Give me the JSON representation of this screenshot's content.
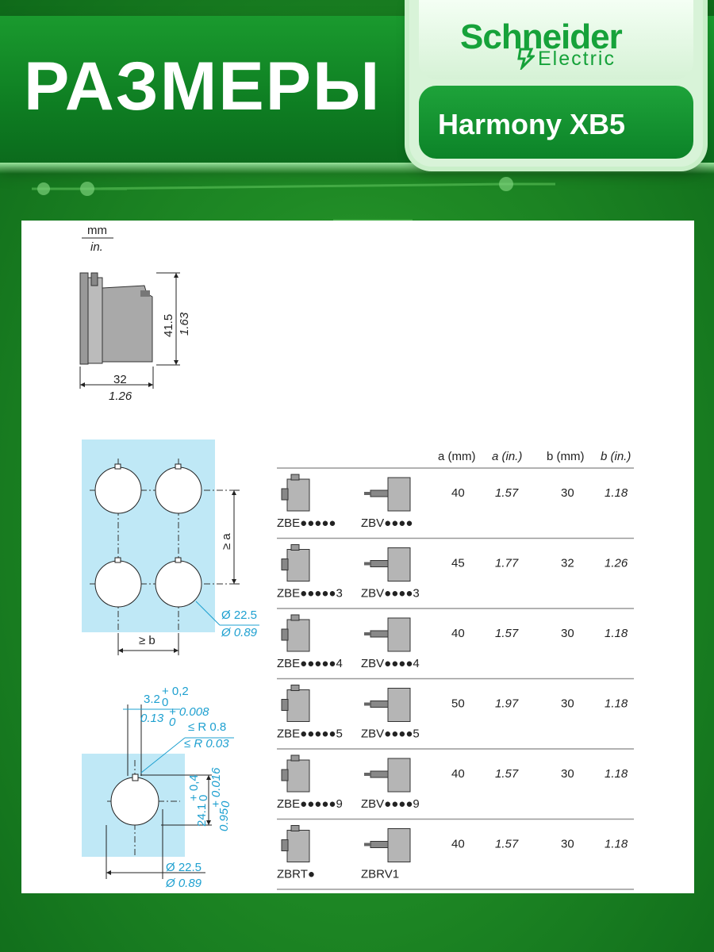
{
  "header": {
    "title": "РАЗМЕРЫ",
    "brand_name": "Schneider",
    "brand_sub": "Electric",
    "series": "Harmony XB5"
  },
  "units": {
    "metric": "mm",
    "imperial": "in."
  },
  "block_drawing": {
    "height_mm": "41.5",
    "height_in": "1.63",
    "width_mm": "32",
    "width_in": "1.26"
  },
  "grid_drawing": {
    "spacing_a": "≥ a",
    "spacing_b": "≥ b",
    "hole_mm": "Ø 22.5",
    "hole_in": "Ø 0.89"
  },
  "hole_drawing": {
    "key_w_mm": "3.2",
    "key_w_mm_tol": "+ 0,2",
    "key_w_mm_low": "0",
    "key_w_in": "0.13",
    "key_w_in_tol": "+ 0.008",
    "key_w_in_low": "0",
    "radius_mm": "≤ R 0.8",
    "radius_in": "≤ R 0.03",
    "depth_mm": "24.1",
    "depth_mm_tol": "+ 0,4",
    "depth_mm_low": "0",
    "depth_in": "0.95",
    "depth_in_tol": "+ 0.016",
    "depth_in_low": "0",
    "hole_mm": "Ø 22.5",
    "hole_in": "Ø 0.89"
  },
  "table": {
    "headers": [
      "a (mm)",
      "a (in.)",
      "b (mm)",
      "b (in.)"
    ],
    "rows": [
      {
        "left": "ZBE●●●●●",
        "right": "ZBV●●●●",
        "a_mm": "40",
        "a_in": "1.57",
        "b_mm": "30",
        "b_in": "1.18"
      },
      {
        "left": "ZBE●●●●●3",
        "right": "ZBV●●●●3",
        "a_mm": "45",
        "a_in": "1.77",
        "b_mm": "32",
        "b_in": "1.26"
      },
      {
        "left": "ZBE●●●●●4",
        "right": "ZBV●●●●4",
        "a_mm": "40",
        "a_in": "1.57",
        "b_mm": "30",
        "b_in": "1.18"
      },
      {
        "left": "ZBE●●●●●5",
        "right": "ZBV●●●●5",
        "a_mm": "50",
        "a_in": "1.97",
        "b_mm": "30",
        "b_in": "1.18"
      },
      {
        "left": "ZBE●●●●●9",
        "right": "ZBV●●●●9",
        "a_mm": "40",
        "a_in": "1.57",
        "b_mm": "30",
        "b_in": "1.18"
      },
      {
        "left": "ZBRT●",
        "right": "ZBRV1",
        "a_mm": "40",
        "a_in": "1.57",
        "b_mm": "30",
        "b_in": "1.18"
      }
    ]
  },
  "colors": {
    "brand_green": "#16a23a",
    "dim_blue": "#1ea0d0",
    "panel_cyan": "#bfe8f6"
  }
}
